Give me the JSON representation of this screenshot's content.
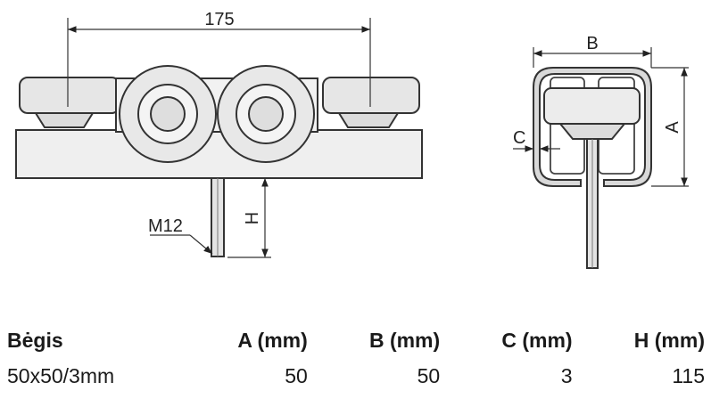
{
  "drawing": {
    "side_view": {
      "dim_width": "175",
      "dim_height": "H",
      "thread_label": "M12"
    },
    "section_view": {
      "dim_b": "B",
      "dim_a": "A",
      "dim_c": "C"
    }
  },
  "table": {
    "headers": [
      "Bėgis",
      "A (mm)",
      "B (mm)",
      "C (mm)",
      "H (mm)"
    ],
    "rows": [
      [
        "50x50/3mm",
        "50",
        "50",
        "3",
        "115"
      ]
    ]
  }
}
